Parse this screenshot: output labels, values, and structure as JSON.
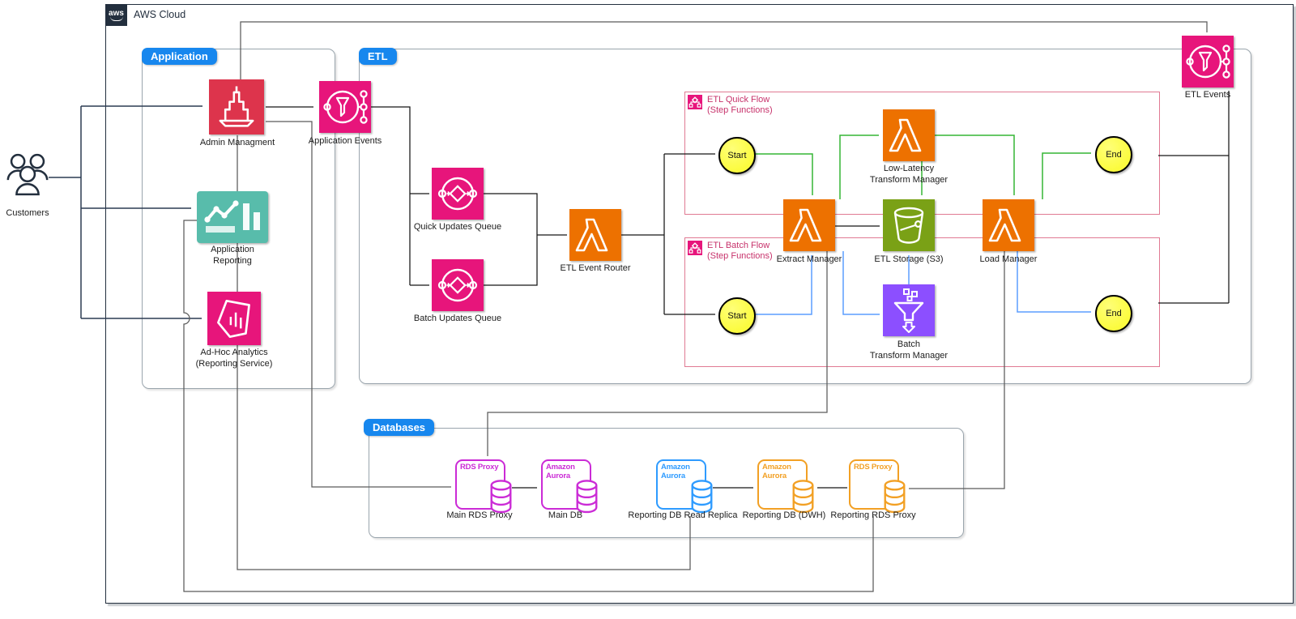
{
  "header": {
    "aws_logo": "aws",
    "aws_cloud_label": "AWS Cloud"
  },
  "groups": {
    "application": "Application",
    "etl": "ETL",
    "databases": "Databases"
  },
  "nodes": {
    "customers": {
      "label": "Customers"
    },
    "admin": {
      "label": "Admin Managment"
    },
    "app_events": {
      "label": "Application Events"
    },
    "app_reporting": {
      "label": "Application\nReporting"
    },
    "adhoc": {
      "label": "Ad-Hoc Analytics\n(Reporting Service)"
    },
    "quick_queue": {
      "label": "Quick Updates Queue"
    },
    "batch_queue": {
      "label": "Batch Updates Queue"
    },
    "router": {
      "label": "ETL Event Router"
    },
    "extract": {
      "label": "Extract Manager"
    },
    "lltm": {
      "label": "Low-Latency\nTransform Manager"
    },
    "s3": {
      "label": "ETL Storage (S3)"
    },
    "load": {
      "label": "Load Manager"
    },
    "btm": {
      "label": "Batch\nTransform Manager"
    },
    "etl_events": {
      "label": "ETL Events"
    }
  },
  "flows": {
    "quick": {
      "title": "ETL Quick Flow\n(Step Functions)",
      "start": "Start",
      "end": "End"
    },
    "batch": {
      "title": "ETL Batch Flow\n(Step Functions)",
      "start": "Start",
      "end": "End"
    }
  },
  "databases": {
    "main_proxy": {
      "header": "RDS Proxy",
      "caption": "Main RDS Proxy"
    },
    "main_db": {
      "header": "Amazon\nAurora",
      "caption": "Main DB"
    },
    "read_replica": {
      "header": "Amazon\nAurora",
      "caption": "Reporting DB Read Replica"
    },
    "dwh": {
      "header": "Amazon\nAurora",
      "caption": "Reporting DB (DWH)"
    },
    "rep_proxy": {
      "header": "RDS Proxy",
      "caption": "Reporting RDS Proxy"
    }
  },
  "colors": {
    "red": "#DD344C",
    "pink": "#E7157B",
    "teal": "#58BCAB",
    "orange": "#ED7100",
    "green_s3": "#7AA116",
    "purple": "#8C4FFF",
    "chip_blue": "#1787EE",
    "yellow": "#FBFB3E",
    "magenta": "#CB2BD6",
    "aurora_blue": "#2E9BFF",
    "aurora_orange": "#F2A024",
    "flow_border": "#E07A93",
    "flow_title": "#C7326B",
    "line_green": "#35B535",
    "line_blue": "#5C9DFF",
    "line_dark": "#2B3B52",
    "cloud_border": "#232F3E",
    "group_border": "#9AA5AD"
  }
}
